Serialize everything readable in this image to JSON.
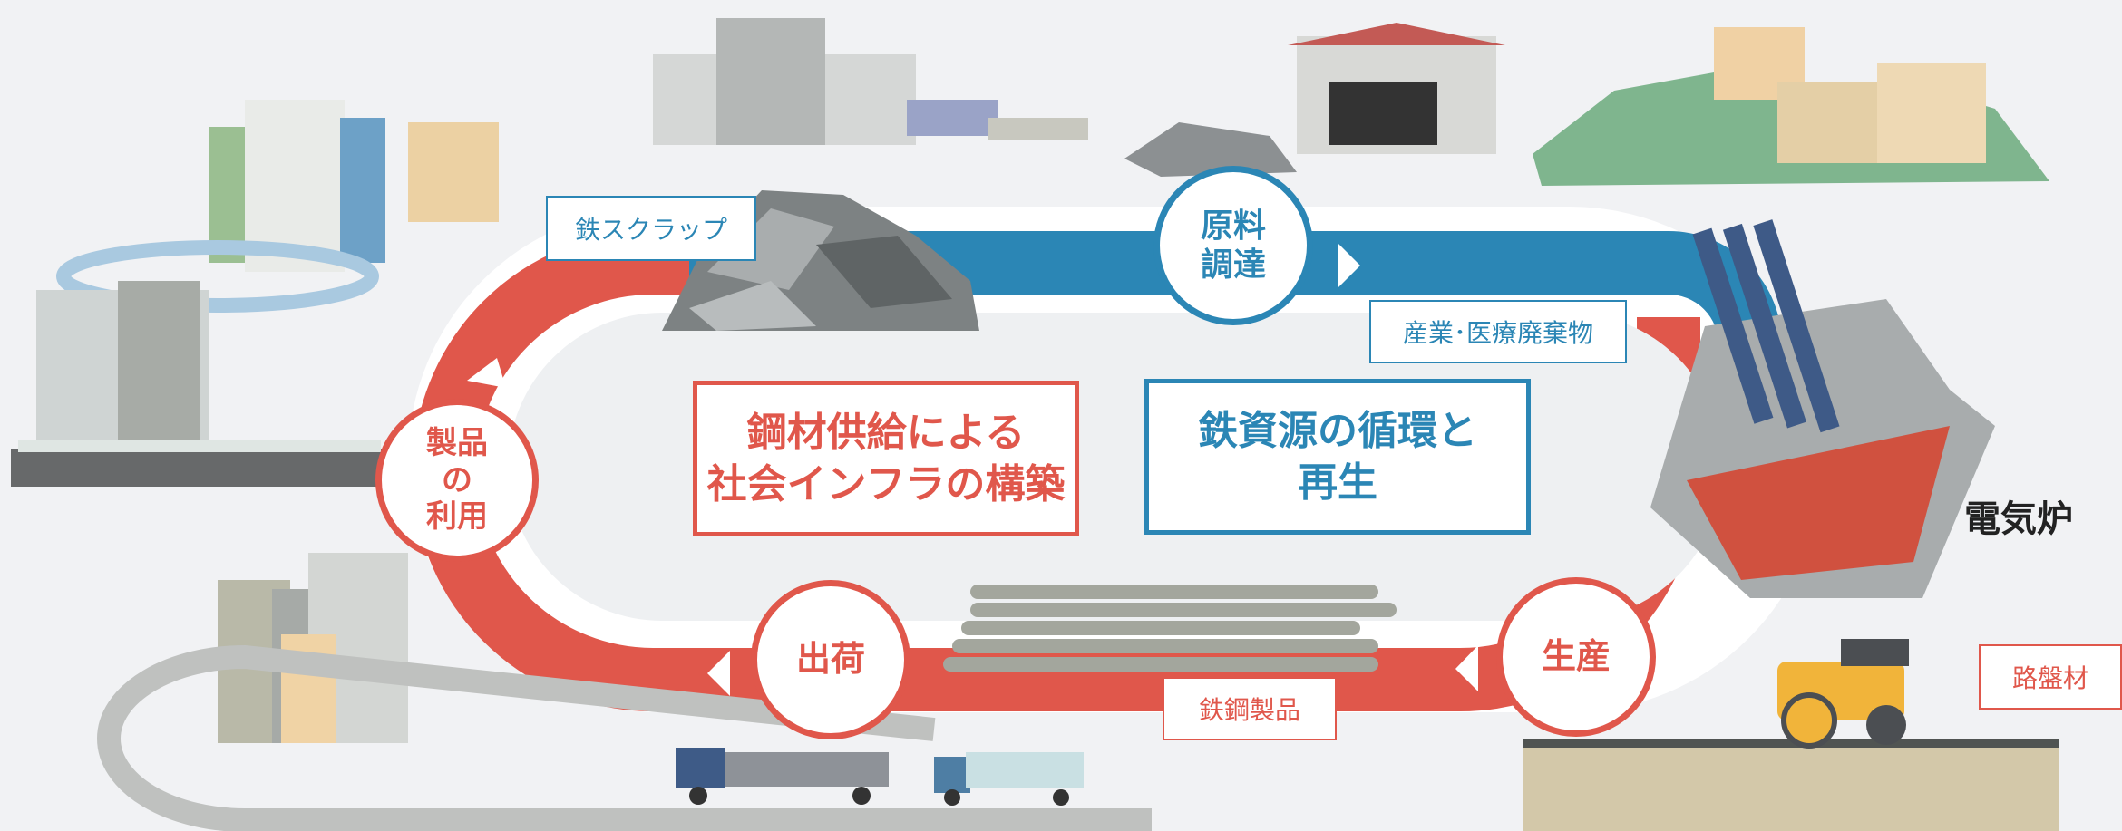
{
  "labels": {
    "scrap": "鉄スクラップ",
    "industrial_waste": "産業･医療廃棄物",
    "steel_products": "鉄鋼製品",
    "roadbed": "路盤材",
    "electric_furnace": "電気炉"
  },
  "stages": {
    "procurement": "原料\n調達",
    "production": "生産",
    "shipping": "出荷",
    "use": "製品\nの\n利用"
  },
  "center": {
    "infrastructure": "鋼材供給による\n社会インフラの構築",
    "recycling": "鉄資源の循環と\n再生"
  },
  "colors": {
    "cycle_blue": "#2b86b5",
    "cycle_red": "#e0574b",
    "background": "#f1f2f4"
  }
}
